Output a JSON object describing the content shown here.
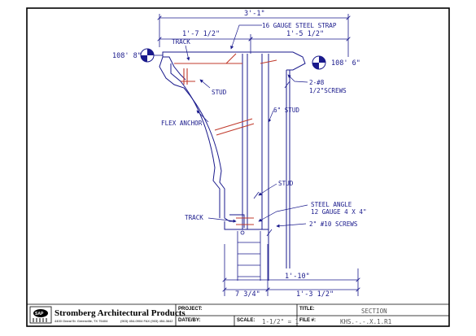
{
  "dimensions": {
    "overall_width": "3'-1\"",
    "left_top_width": "1'-7 1/2\"",
    "right_top_width": "1'-5 1/2\"",
    "elevation_left": "108' 8\"",
    "elevation_right": "108' 6\"",
    "bottom_width": "1'-10\"",
    "bottom_left": "7 3/4\"",
    "bottom_right": "1'-3 1/2\""
  },
  "notes": {
    "strap": "16 GAUGE STEEL STRAP",
    "track_top": "TRACK",
    "stud_top": "STUD",
    "screws_line1": "2-#8",
    "screws_line2": "1/2\"SCREWS",
    "stud_6": "6\" STUD",
    "flex_anchor": "FLEX ANCHOR",
    "stud_mid": "STUD",
    "angle_line1": "STEEL ANGLE",
    "angle_line2": "12 GAUGE 4 X 4\"",
    "track_bottom": "TRACK",
    "screws_10": "2\" #10 SCREWS"
  },
  "title_block": {
    "company": "Stromberg Architectural Products",
    "address": "4400 Oneal St. Greenville, TX 75404",
    "phone": "(903) 454-0904   FAX (903) 454-3642",
    "logo_text": "SAP",
    "project_label": "PROJECT:",
    "project_value": "",
    "title_label": "TITLE:",
    "title_value": "SECTION",
    "date_label": "DATE/BY:",
    "date_value": "",
    "scale_label": "SCALE:",
    "scale_value": "1-1/2\" = 1'",
    "file_label": "FILE #:",
    "file_value": "KHS.-.-.X.1.R1"
  },
  "colors": {
    "linework": "#1a1a8c",
    "accent": "#c0392b",
    "frame": "#000000"
  }
}
